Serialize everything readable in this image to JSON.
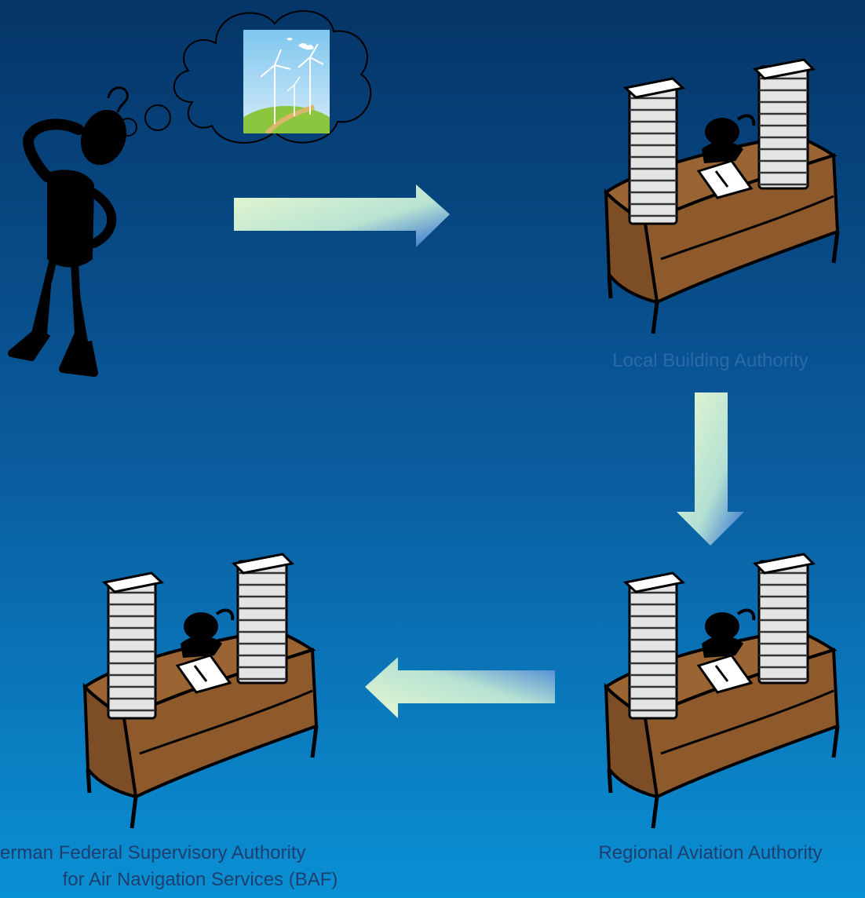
{
  "labels": {
    "local": "Local Building Authority",
    "regional": "Regional Aviation Authority",
    "federal_line1": "erman Federal Supervisory Authority",
    "federal_line2": "for Air Navigation Services (BAF)"
  },
  "colors": {
    "bg_top": "#053568",
    "bg_bottom": "#0a90d4",
    "desk": "#9a6433",
    "paper": "#d8d8d8",
    "arrow_light": "#dff5c8",
    "arrow_dark": "#2f6fd0"
  },
  "icons": {
    "thinking_person": "person-thinking-icon",
    "wind_turbine_thought": "wind-turbine-icon",
    "bureaucrat_desk": "desk-paperwork-icon"
  }
}
